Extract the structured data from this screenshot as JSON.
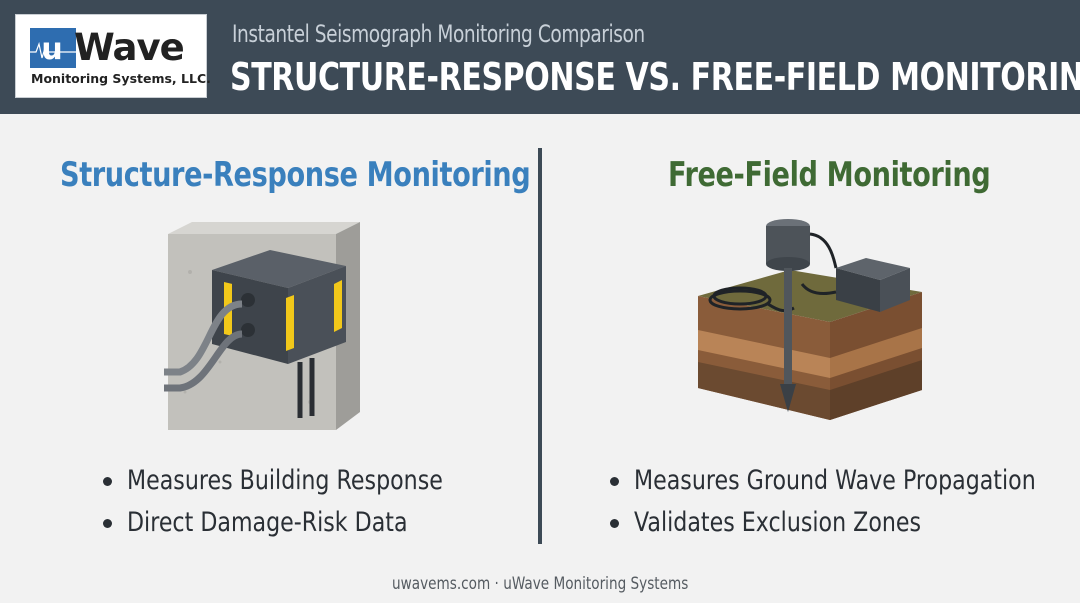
{
  "logo": {
    "brand": "Wave",
    "tagline": "Monitoring Systems, LLC.",
    "mark_letter": "u"
  },
  "header": {
    "subtitle": "Instantel Seismograph Monitoring Comparison",
    "title": "STRUCTURE-RESPONSE VS. FREE-FIELD MONITORING"
  },
  "left_column": {
    "heading": "Structure-Response Monitoring",
    "bullets": [
      "Measures Building Response",
      "Direct Damage-Risk Data"
    ]
  },
  "right_column": {
    "heading": "Free-Field Monitoring",
    "bullets": [
      "Measures Ground Wave Propagation",
      "Validates Exclusion Zones"
    ]
  },
  "footer": {
    "text": "uwavems.com · uWave Monitoring Systems"
  },
  "colors": {
    "header_bg": "#3d4a56",
    "left_heading": "#3a80bd",
    "right_heading": "#3f6a34",
    "accent_yellow": "#f2c81a"
  },
  "icons": {
    "left_illustration": "wall-mounted-sensor-illustration",
    "right_illustration": "ground-spike-geophone-illustration"
  }
}
